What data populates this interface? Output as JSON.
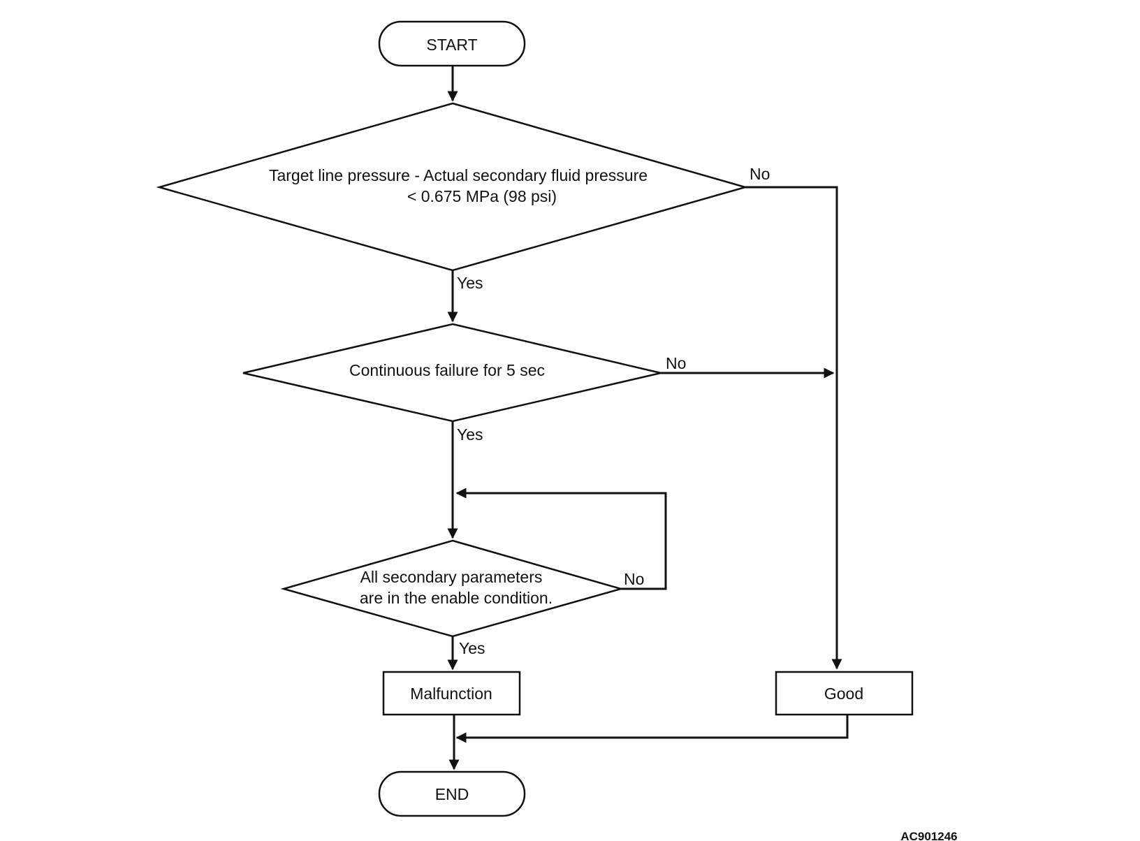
{
  "nodes": {
    "start": "START",
    "decision1_line1": "Target line pressure - Actual secondary fluid pressure",
    "decision1_line2": "< 0.675 MPa (98 psi)",
    "decision2": "Continuous failure for 5 sec",
    "decision3_line1": "All secondary parameters",
    "decision3_line2": "are in the enable condition.",
    "malfunction": "Malfunction",
    "good": "Good",
    "end": "END"
  },
  "edges": {
    "d1_yes": "Yes",
    "d1_no": "No",
    "d2_yes": "Yes",
    "d2_no": "No",
    "d3_yes": "Yes",
    "d3_no": "No"
  },
  "figure_code": "AC901246"
}
